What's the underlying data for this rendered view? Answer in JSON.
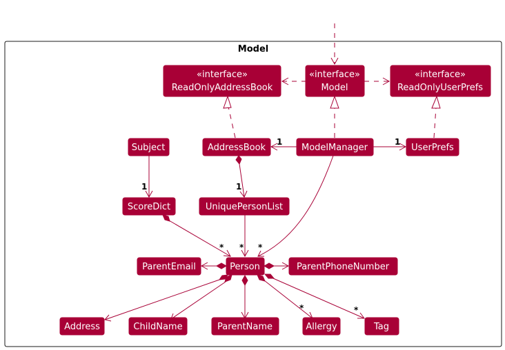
{
  "package": {
    "title": "Model"
  },
  "nodes": {
    "readOnlyAddressBook": {
      "stereotype": "«interface»",
      "name": "ReadOnlyAddressBook"
    },
    "model": {
      "stereotype": "«interface»",
      "name": "Model"
    },
    "readOnlyUserPrefs": {
      "stereotype": "«interface»",
      "name": "ReadOnlyUserPrefs"
    },
    "subject": {
      "name": "Subject"
    },
    "addressBook": {
      "name": "AddressBook"
    },
    "modelManager": {
      "name": "ModelManager"
    },
    "userPrefs": {
      "name": "UserPrefs"
    },
    "scoreDict": {
      "name": "ScoreDict"
    },
    "uniquePersonList": {
      "name": "UniquePersonList"
    },
    "parentEmail": {
      "name": "ParentEmail"
    },
    "person": {
      "name": "Person"
    },
    "parentPhoneNumber": {
      "name": "ParentPhoneNumber"
    },
    "address": {
      "name": "Address"
    },
    "childName": {
      "name": "ChildName"
    },
    "parentName": {
      "name": "ParentName"
    },
    "allergy": {
      "name": "Allergy"
    },
    "tag": {
      "name": "Tag"
    }
  },
  "multiplicities": {
    "modelManager_addressBook": "1",
    "modelManager_userPrefs": "1",
    "subject_scoreDict": "1",
    "addressBook_uniquePersonList": "1",
    "scoreDict_person": "*",
    "uniquePersonList_person": "*",
    "modelManager_person": "*",
    "person_allergy": "*",
    "person_tag": "*"
  }
}
